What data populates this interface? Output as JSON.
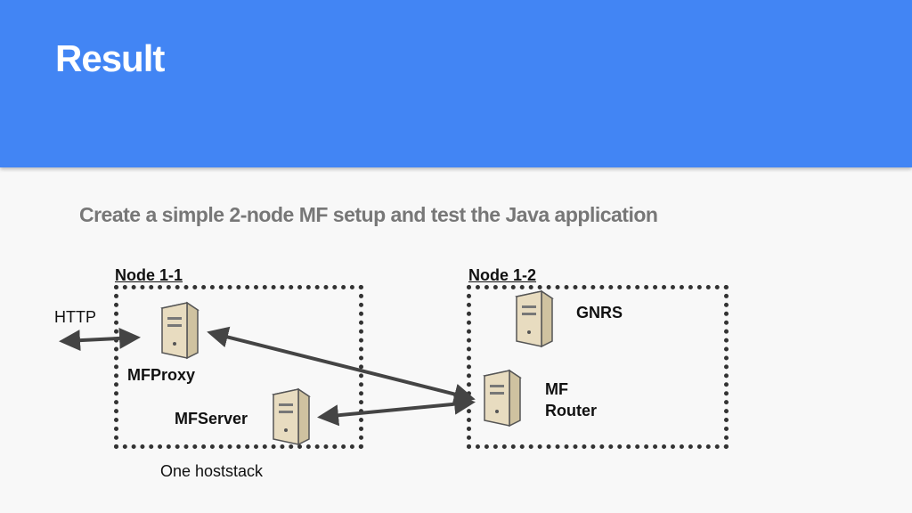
{
  "slide": {
    "title": "Result",
    "subtitle": "Create a simple 2-node MF setup and test the Java application"
  },
  "diagram": {
    "node_left_label": "Node 1-1",
    "node_right_label": "Node 1-2",
    "http_label": "HTTP",
    "mfproxy_label": "MFProxy",
    "mfserver_label": "MFServer",
    "gnrs_label": "GNRS",
    "mfrouter_label_line1": "MF",
    "mfrouter_label_line2": "Router",
    "hoststack_label": "One hoststack"
  },
  "colors": {
    "header": "#4285f4",
    "server_body": "#e8dcc0",
    "arrow": "#444444"
  }
}
